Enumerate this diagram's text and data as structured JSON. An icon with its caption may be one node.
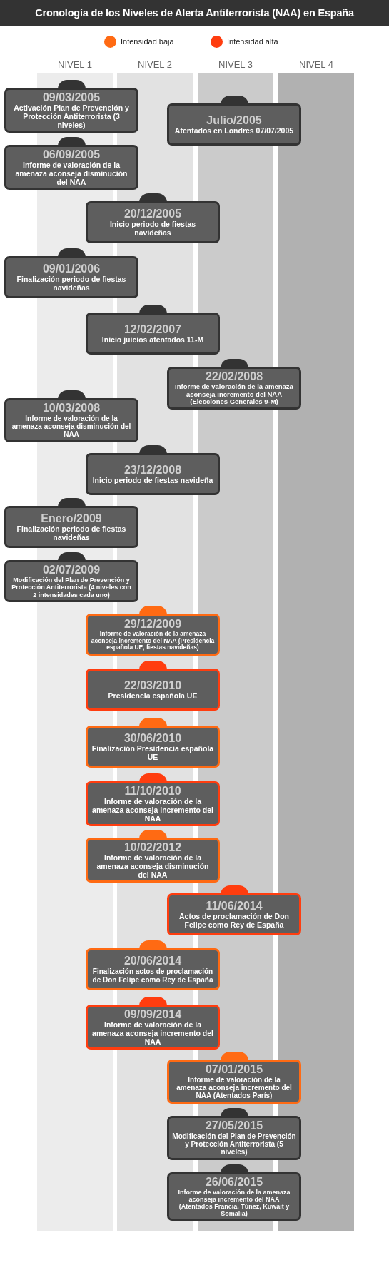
{
  "diagram": {
    "title": "Cronología de los Niveles de Alerta Antiterrorista (NAA) en España",
    "nodes": [
      {
        "text": [
          "NIVEL 1"
        ]
      },
      {
        "text": [
          "NIVEL 2"
        ]
      },
      {
        "text": [
          "NIVEL 3"
        ]
      },
      {
        "text": [
          "NIVEL 4"
        ]
      },
      {
        "text": [
          "09/03/2005",
          "Activación Plan de Prevención y Protección Antiterrorista (3 niveles)"
        ]
      },
      {
        "text": [
          "Julio/2005",
          "Atentados en Londres 07/07/2005"
        ]
      },
      {
        "text": [
          "06/09/2005",
          "Informe de valoración de la amenaza aconseja disminución del NAA"
        ]
      },
      {
        "text": [
          "20/12/2005",
          "Inicio periodo de fiestas navideñas"
        ]
      },
      {
        "text": [
          "09/01/2006",
          "Finalización periodo de fiestas navideñas"
        ]
      },
      {
        "text": [
          "12/02/2007",
          "Inicio juicios atentados 11-M"
        ]
      },
      {
        "text": [
          "22/02/2008",
          "Informe de valoración de la amenaza aconseja incremento del NAA (Elecciones Generales 9-M)"
        ]
      },
      {
        "text": [
          "10/03/2008",
          "Informe de valoración de la amenaza aconseja disminución del NAA"
        ]
      },
      {
        "text": [
          "23/12/2008",
          "Inicio periodo de fiestas navideña"
        ]
      },
      {
        "text": [
          "Enero/2009",
          "Finalización periodo de fiestas navideñas"
        ]
      },
      {
        "text": [
          "02/07/2009",
          "Modificación del Plan de Prevención y Protección Antiterrorista (4 niveles con 2 intensidades cada uno)"
        ]
      },
      {
        "text": [
          "29/12/2009",
          "Informe de valoración de la amenaza aconseja incremento del NAA (Presidencia española UE, fiestas navideñas)"
        ]
      },
      {
        "text": [
          "22/03/2010",
          "Presidencia española UE"
        ]
      },
      {
        "text": [
          "30/06/2010",
          "Finalización Presidencia española UE"
        ]
      },
      {
        "text": [
          "11/10/2010",
          "Informe de valoración de la amenaza aconseja incremento del NAA"
        ]
      },
      {
        "text": [
          "10/02/2012",
          "Informe de valoración de la amenaza aconseja disminución del NAA"
        ]
      },
      {
        "text": [
          "11/06/2014",
          "Actos de proclamación de Don Felipe como Rey de España"
        ]
      },
      {
        "text": [
          "20/06/2014",
          "Finalización actos de proclamación de Don Felipe como Rey de España"
        ]
      },
      {
        "text": [
          "09/09/2014",
          "Informe de valoración de la amenaza aconseja incremento del NAA"
        ]
      },
      {
        "text": [
          "07/01/2015",
          "Informe de valoración de la amenaza aconseja incremento del NAA (Atentados París)"
        ]
      },
      {
        "text": [
          "27/05/2015",
          "Modificación del Plan de Prevención y Protección Antiterrorista (5 niveles)"
        ]
      },
      {
        "text": [
          "26/06/2015",
          "Informe de valoración de la amenaza aconseja incremento del NAA (Atentados Francia, Túnez, Kuwait y Somalia)"
        ]
      }
    ],
    "legend": [
      {
        "text": "Intensidad baja",
        "color": "#ff6a13"
      },
      {
        "text": "Intensidad alta",
        "color": "#ff3d0f"
      }
    ]
  }
}
